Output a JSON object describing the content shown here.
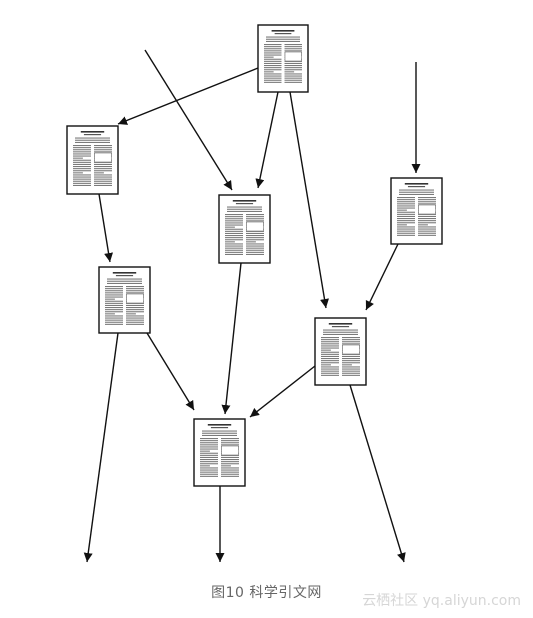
{
  "figure": {
    "caption": "图10 科学引文网",
    "watermark": "云栖社区 yq.aliyun.com"
  },
  "colors": {
    "line": "#111111",
    "page_fill": "#ffffff",
    "text_ink": "#7a7a7a",
    "caption": "#666666",
    "watermark": "#d6d6d6"
  },
  "papers": [
    {
      "id": "p-top"
    },
    {
      "id": "p-left"
    },
    {
      "id": "p-center"
    },
    {
      "id": "p-right"
    },
    {
      "id": "p-left-mid"
    },
    {
      "id": "p-right-mid"
    },
    {
      "id": "p-bottom"
    }
  ],
  "citations": [
    {
      "from": "p-top",
      "to": "p-left"
    },
    {
      "from": "p-top",
      "to": "p-center"
    },
    {
      "from": "p-top",
      "to": "p-right-mid"
    },
    {
      "from": "incoming-top-left",
      "to": "p-center"
    },
    {
      "from": "incoming-top-right",
      "to": "p-right"
    },
    {
      "from": "p-left",
      "to": "p-left-mid"
    },
    {
      "from": "p-left-mid",
      "to": "p-bottom"
    },
    {
      "from": "p-left-mid",
      "to": "outgoing-bottom-left"
    },
    {
      "from": "p-center",
      "to": "p-bottom"
    },
    {
      "from": "p-right",
      "to": "p-right-mid"
    },
    {
      "from": "p-right-mid",
      "to": "p-bottom"
    },
    {
      "from": "p-right-mid",
      "to": "outgoing-bottom-right"
    },
    {
      "from": "p-bottom",
      "to": "outgoing-bottom-center"
    }
  ]
}
